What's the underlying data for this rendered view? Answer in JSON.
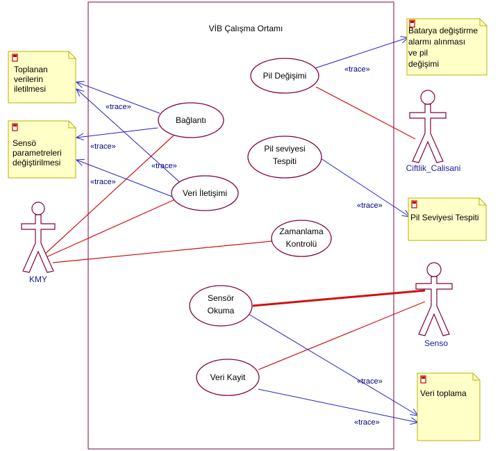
{
  "system": {
    "title": "VİB Çalışma Ortamı"
  },
  "notes": {
    "n1": [
      "Toplanan",
      "verilerin",
      "iletilmesi"
    ],
    "n2": [
      "Sensö",
      "parametreleri",
      "değiştirilmesi"
    ],
    "n3": [
      "Batarya değiştirme",
      "alarmı alınması",
      "ve pil",
      "değişimi"
    ],
    "n4": [
      "Pil Seviyesi Tespiti"
    ],
    "n5": [
      "Veri toplama"
    ]
  },
  "usecases": {
    "baglanti": [
      "Bağlantı"
    ],
    "veri_iletisimi": [
      "Veri İletişimi"
    ],
    "pil_degisimi": [
      "Pil Değişimi"
    ],
    "pil_seviyesi": [
      "Pil seviyesi",
      "Tespiti"
    ],
    "zamanlama": [
      "Zamanlama",
      "Kontrolü"
    ],
    "sensor_okuma": [
      "Sensör",
      "Okuma"
    ],
    "veri_kayit": [
      "Veri Kayit"
    ]
  },
  "actors": {
    "kmy": "KMY",
    "ciftlik": "Ciftlik_Calisani",
    "senso": "Senso"
  },
  "stereotype": "«trace»",
  "colors": {
    "association": "#d01010",
    "trace": "#2020cc",
    "note_fill": "#ffffc8",
    "usecase_stroke": "#800040",
    "actor_label": "#1a1aa0"
  }
}
